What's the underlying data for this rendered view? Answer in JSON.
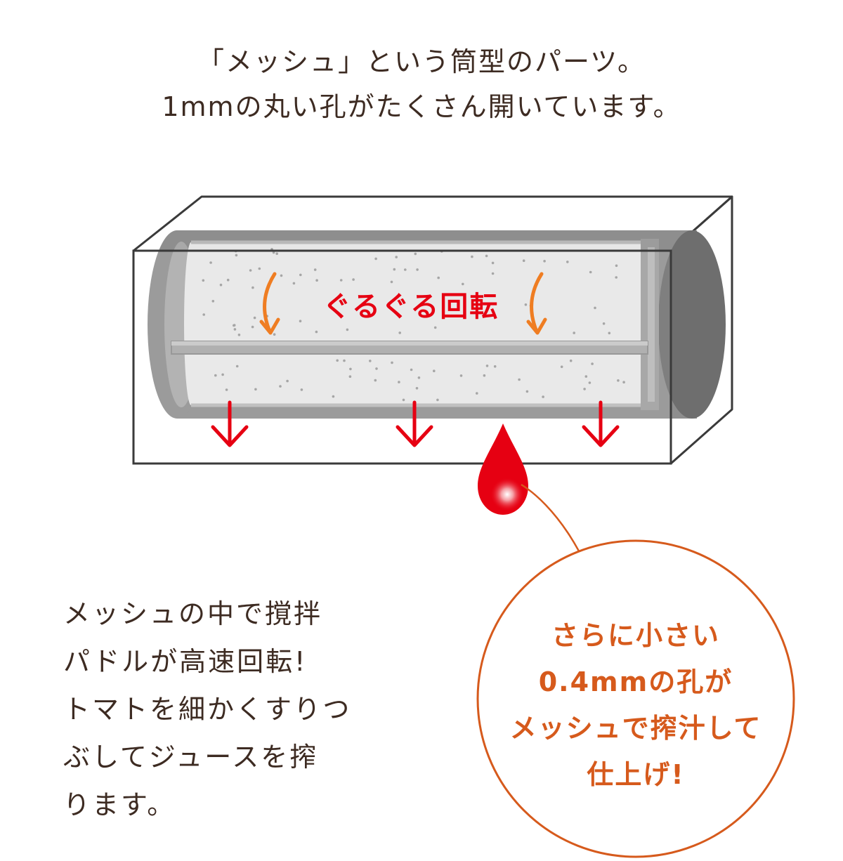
{
  "headline": {
    "line1": "「メッシュ」という筒型のパーツ。",
    "line2": "1mmの丸い孔がたくさん開いています。"
  },
  "diagram": {
    "rotation_label": "ぐるぐる回転"
  },
  "description": {
    "lines": [
      "メッシュの中で撹拌",
      "パドルが高速回転!",
      "トマトを細かくすりつ",
      "ぶしてジュースを搾",
      "ります。"
    ]
  },
  "callout": {
    "lines": [
      "さらに小さい",
      "0.4mmの孔が",
      "メッシュで搾汁して",
      "仕上げ!"
    ]
  },
  "colors": {
    "text": "#3d2b22",
    "accent_red": "#e60012",
    "accent_orange": "#d65a1c",
    "arrow_orange": "#ef7d22"
  }
}
